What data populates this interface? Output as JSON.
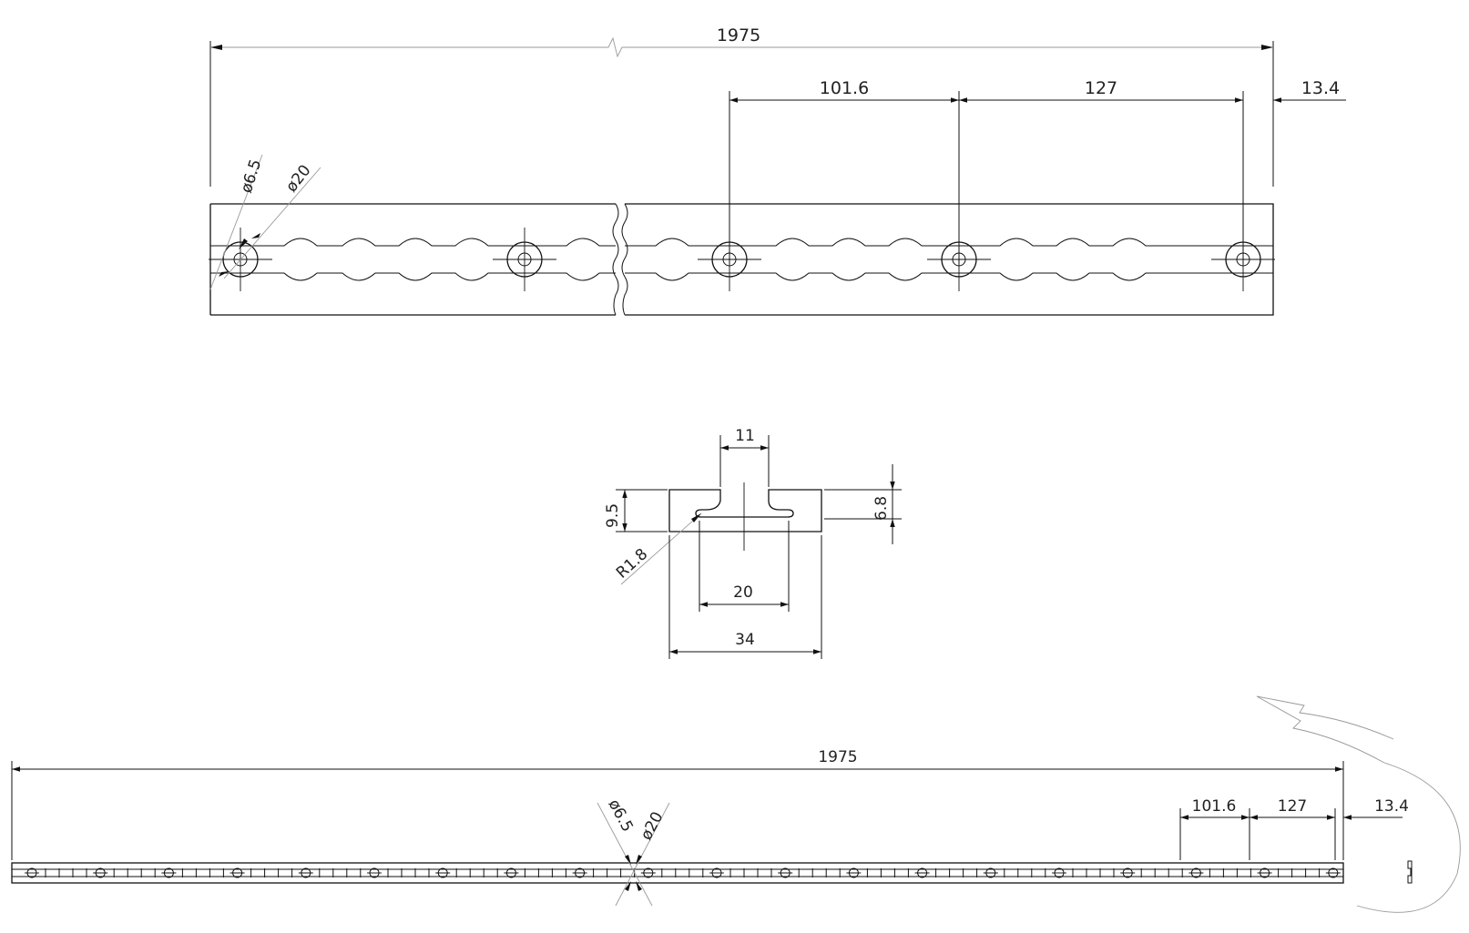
{
  "top_view": {
    "overall_length": "1975",
    "pitch_1": "101.6",
    "pitch_2": "127",
    "end_offset": "13.4",
    "hole_diameter": "ø6.5",
    "boss_diameter": "ø20"
  },
  "section_view": {
    "slot_opening": "11",
    "slot_inner_width": "20",
    "overall_width": "34",
    "overall_height": "9.5",
    "lip_height": "6.8",
    "fillet_radius": "R1.8"
  },
  "full_view": {
    "overall_length": "1975",
    "pitch_1": "101.6",
    "pitch_2": "127",
    "end_offset": "13.4",
    "hole_diameter": "ø6.5",
    "boss_diameter": "ø20"
  },
  "colors": {
    "line": "#111111",
    "faint_line": "#999999",
    "background": "#ffffff"
  }
}
